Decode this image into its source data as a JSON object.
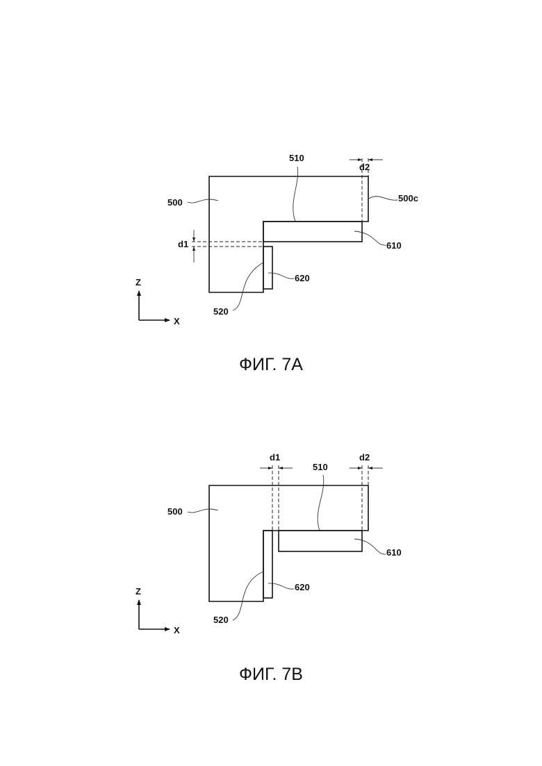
{
  "fig_a": {
    "caption": "ФИГ. 7А",
    "labels": {
      "l500": "500",
      "l510": "510",
      "l500c": "500c",
      "l610": "610",
      "l620": "620",
      "l520": "520",
      "d1": "d1",
      "d2": "d2"
    },
    "axes": {
      "z": "Z",
      "x": "X"
    }
  },
  "fig_b": {
    "caption": "ФИГ. 7В",
    "labels": {
      "l500": "500",
      "l510": "510",
      "l610": "610",
      "l620": "620",
      "l520": "520",
      "d1": "d1",
      "d2": "d2"
    },
    "axes": {
      "z": "Z",
      "x": "X"
    }
  }
}
